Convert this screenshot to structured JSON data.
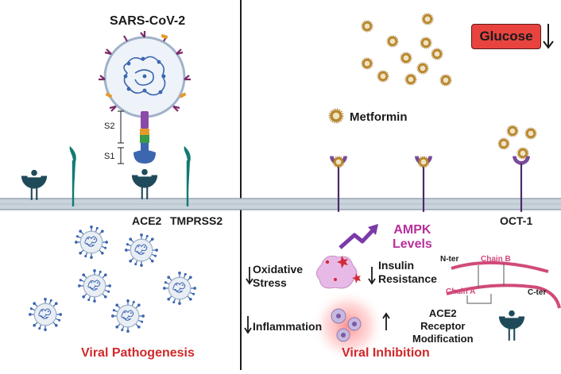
{
  "left_panel": {
    "virus_title": "SARS-CoV-2",
    "spike_s2": "S2",
    "spike_s1": "S1",
    "receptor_ace2": "ACE2",
    "receptor_tmprss2": "TMPRSS2",
    "caption": "Viral Pathogenesis",
    "caption_color": "#d0282a"
  },
  "right_panel": {
    "glucose": "Glucose",
    "metformin": "Metformin",
    "transporter": "OCT-1",
    "ampk": "AMPK\nLevels",
    "ampk_color": "#b8309a",
    "oxidative_stress": "Oxidative\nStress",
    "insulin_resistance": "Insulin\nResistance",
    "inflammation": "Inflammation",
    "n_ter": "N-ter",
    "c_ter": "C-ter",
    "chain_a": "Chain A",
    "chain_b": "Chain B",
    "ace2_modification": "ACE2\nReceptor\nModification",
    "caption": "Viral Inhibition",
    "caption_color": "#d0282a"
  },
  "colors": {
    "membrane": "#c9d3dc",
    "receptor": "#1f4a5a",
    "tmprss2": "#137a72",
    "oct1": "#7a4a9a",
    "metformin_outer": "#b9862a",
    "virus_blue": "#3d66b0"
  }
}
